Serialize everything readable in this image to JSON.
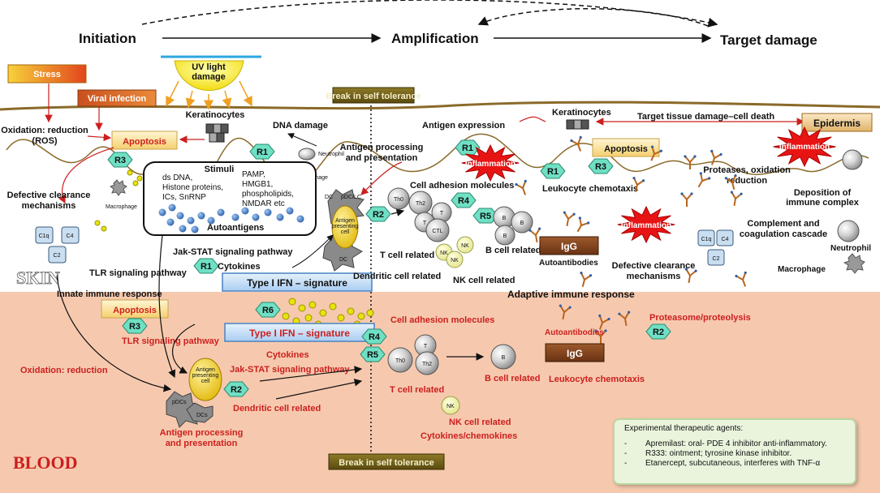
{
  "phases": {
    "initiation": "Initiation",
    "amplification": "Amplification",
    "target_damage": "Target damage"
  },
  "regions": {
    "skin": "SKIN",
    "blood": "BLOOD"
  },
  "triggers": {
    "stress": "Stress",
    "uv": "UV light\ndamage",
    "viral": "Viral infection"
  },
  "skin_left": {
    "oxidation": "Oxidation: reduction\n(ROS)",
    "apoptosis": "Apoptosis",
    "keratinocytes": "Keratinocytes",
    "defective_clearance": "Defective clearance\nmechanisms",
    "macrophage": "Macrophage",
    "dna_damage": "DNA damage",
    "neutrophil": "Neutrophil",
    "stimuli": "Stimuli",
    "stimuli_left": "ds DNA,\nHistone proteins,\nICs, SnRNP",
    "stimuli_right": "PAMP,\nHMGB1,\nphospholipids,\nNMDAR etc",
    "autoantigens": "Autoantigens",
    "jak_stat": "Jak-STAT signaling pathway",
    "cytokines": "Cytokines",
    "tlr": "TLR signaling pathway",
    "innate": "Innate immune response",
    "type1_ifn": "Type I IFN – signature"
  },
  "complement": {
    "c1q": "C1q",
    "c4": "C4",
    "c2": "C2"
  },
  "break_tolerance": "Break in self tolerance",
  "receptors": {
    "r1": "R1",
    "r2": "R2",
    "r3": "R3",
    "r4": "R4",
    "r5": "R5",
    "r6": "R6"
  },
  "skin_middle": {
    "antigen_expression": "Antigen expression",
    "antigen_processing": "Antigen processing\nand presentation",
    "inflammation": "Inflammation",
    "cell_adhesion": "Cell adhesion molecules",
    "t_cell": "T cell related",
    "b_cell": "B cell related",
    "nk_cell": "NK cell related",
    "dendritic": "Dendritic  cell related",
    "leukocyte": "Leukocyte chemotaxis",
    "igg": "IgG",
    "autoantibodies": "Autoantibodies",
    "adaptive": "Adaptive immune response"
  },
  "cells": {
    "th0": "Th0",
    "th2": "Th2",
    "t": "T",
    "ctl": "CTL",
    "b": "B",
    "nk": "NK",
    "dc": "DC",
    "pdc_lc": "pDC/LC",
    "apc": "Antigen\npresenting\ncell",
    "pdcs": "pDCs",
    "dcs": "DCs"
  },
  "skin_right": {
    "keratinocytes": "Keratinocytes",
    "target_tissue": "Target tissue damage–cell death",
    "epidermis": "Epidermis",
    "apoptosis": "Apoptosis",
    "inflammation": "Inflammation",
    "proteases": "Proteases, oxidation\nreduction",
    "deposition": "Deposition of\nimmune complex",
    "complement_cascade": "Complement and\ncoagulation cascade",
    "neutrophil": "Neutrophil",
    "macrophage": "Macrophage",
    "defective_clearance": "Defective clearance\nmechanisms"
  },
  "blood": {
    "apoptosis": "Apoptosis",
    "tlr": "TLR signaling pathway",
    "type1_ifn": "Type I IFN – signature",
    "oxidation": "Oxidation: reduction",
    "cytokines": "Cytokines",
    "jak_stat": "Jak-STAT signaling pathway",
    "dendritic": "Dendritic  cell related",
    "antigen_processing": "Antigen processing\nand presentation",
    "cell_adhesion": "Cell adhesion molecules",
    "t_cell": "T cell related",
    "nk_cell": "NK cell related",
    "cytokines_chemokines": "Cytokines/chemokines",
    "b_cell": "B cell related",
    "autoantibodies": "Autoantibodies",
    "igg": "IgG",
    "leukocyte": "Leukocyte chemotaxis",
    "proteasome": "Proteasome/proteolysis"
  },
  "therapeutics": {
    "title": "Experimental therapeutic agents:",
    "items": [
      "Apremilast: oral- PDE 4 inhibitor anti-inflammatory.",
      "R333: ointment; tyrosine kinase inhibitor.",
      "Etanercept, subcutaneous, interferes with TNF-α"
    ]
  },
  "colors": {
    "blood_bg": "#f6c9ae",
    "receptor_hex": "#6fe0c4",
    "red_text": "#cc1f1f",
    "ifn_box": "#c9e2f8",
    "break_box": "#7a6a1a",
    "igg_box": "#8a4a22",
    "apoptosis_box": "#fbe7a3",
    "epidermis_box": "#f3d7a4"
  }
}
